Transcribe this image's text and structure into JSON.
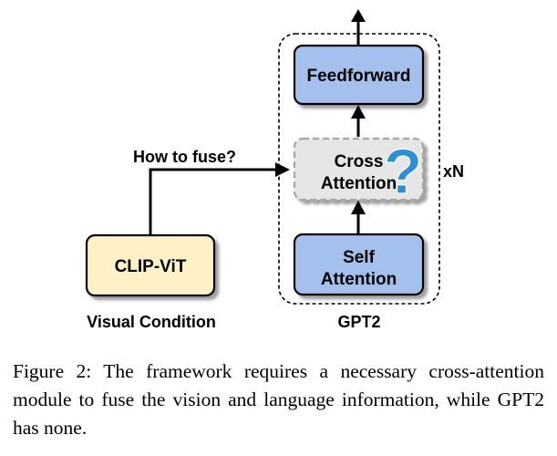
{
  "diagram": {
    "nodes": {
      "feedforward": "Feedforward",
      "cross_attention": [
        "Cross",
        "Attention"
      ],
      "self_attention": [
        "Self",
        "Attention"
      ],
      "clip_vit": "CLIP-ViT"
    },
    "labels": {
      "fuse_question": "How to fuse?",
      "repeat": "xN",
      "gpt2": "GPT2",
      "visual_condition": "Visual Condition"
    },
    "question_mark": "?",
    "colors": {
      "blue_fill": "#a4c0ec",
      "yellow_fill": "#fdf1c5",
      "gray_fill": "#e6e6e6",
      "gray_border": "#a6a6a6",
      "question_blue": "#2e8fd3"
    }
  },
  "caption": {
    "text": "Figure 2: The framework requires a necessary cross-attention module to fuse the vision and language information, while GPT2 has none."
  }
}
